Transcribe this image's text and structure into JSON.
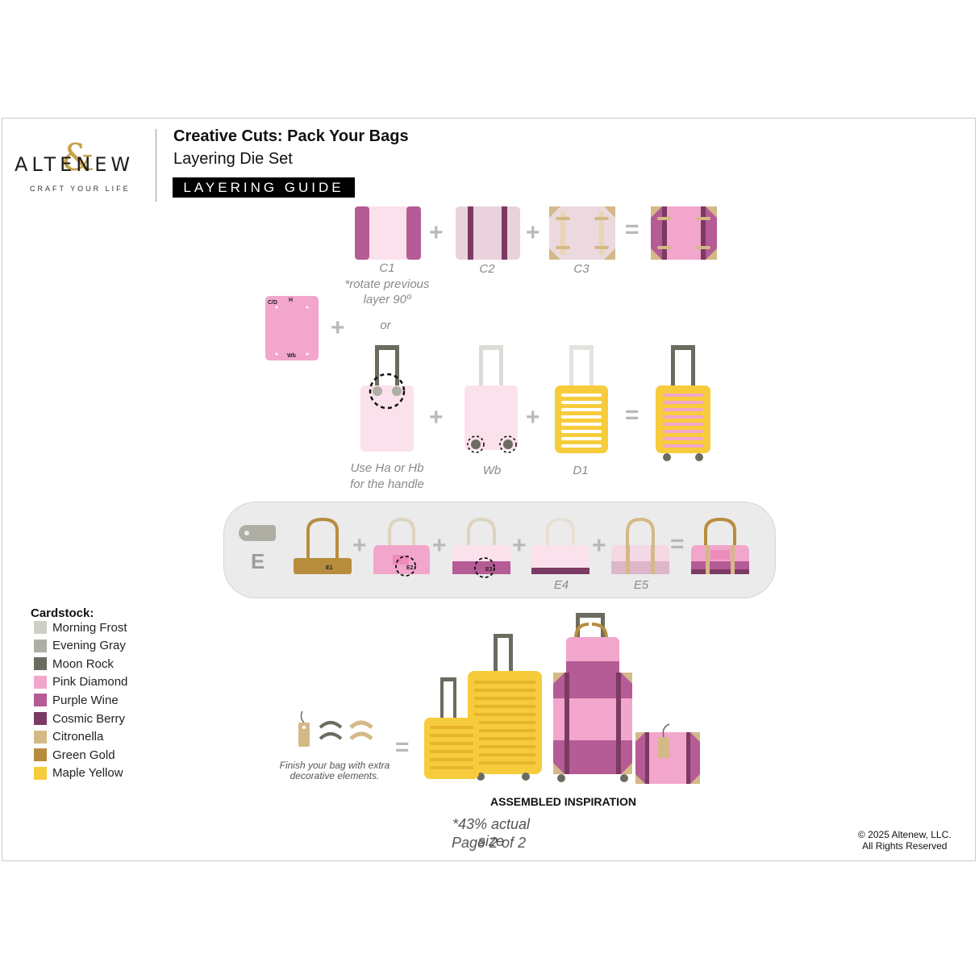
{
  "brand": {
    "name": "ALTENEW",
    "tagline": "CRAFT YOUR LIFE"
  },
  "header": {
    "title": "Creative Cuts: Pack Your Bags",
    "subtitle": "Layering Die Set",
    "badge": "LAYERING GUIDE"
  },
  "row1": {
    "labels": {
      "c1": "C1",
      "c2": "C2",
      "c3": "C3"
    },
    "note_line1": "*rotate previous",
    "note_line2": "layer 90º",
    "or": "or"
  },
  "base_die": {
    "tl": "C/D",
    "top": "H",
    "bottom": "Wb"
  },
  "row2": {
    "handle_note_line1": "Use Ha or Hb",
    "handle_note_line2": "for the handle",
    "wb": "Wb",
    "d1": "D1"
  },
  "panel_e": {
    "letter": "E",
    "e1": "E1",
    "e2": "E2",
    "e3": "E3",
    "e4": "E4",
    "e5": "E5"
  },
  "operators": {
    "plus": "+",
    "equals": "="
  },
  "legend": {
    "title": "Cardstock:",
    "items": [
      {
        "name": "Morning Frost",
        "color": "#cfcfc8"
      },
      {
        "name": "Evening Gray",
        "color": "#aeaea4"
      },
      {
        "name": "Moon Rock",
        "color": "#6b6b60"
      },
      {
        "name": "Pink Diamond",
        "color": "#f2a6cb"
      },
      {
        "name": "Purple Wine",
        "color": "#b55b95"
      },
      {
        "name": "Cosmic Berry",
        "color": "#7b3a63"
      },
      {
        "name": "Citronella",
        "color": "#d4b987"
      },
      {
        "name": "Green Gold",
        "color": "#b78d3d"
      },
      {
        "name": "Maple Yellow",
        "color": "#f7cc3c"
      }
    ]
  },
  "extras_note_line1": "Finish your bag with extra",
  "extras_note_line2": "decorative elements.",
  "assembled_label": "ASSEMBLED INSPIRATION",
  "scale_note": "*43% actual size",
  "page_label": "Page 2 of 2",
  "copyright_line1": "© 2025 Altenew, LLC.",
  "copyright_line2": "All Rights Reserved",
  "colors": {
    "pink_light": "#fbe1ec",
    "pink": "#f2a6cb",
    "purple": "#b55b95",
    "berry": "#7b3a63",
    "tan": "#d4b987",
    "gold": "#b78d3d",
    "yellow": "#f7cc3c",
    "gray": "#aeaea4"
  }
}
